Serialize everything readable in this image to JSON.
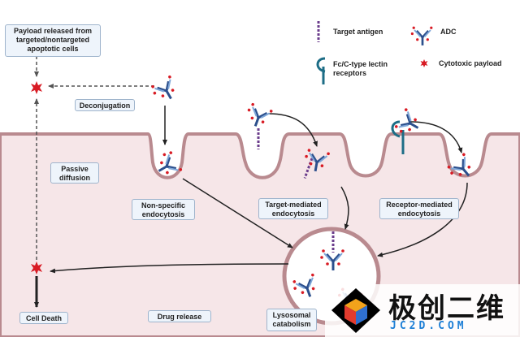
{
  "boxes": {
    "payload_released": "Payload released from targeted/nontargeted apoptotic cells",
    "deconjugation": "Deconjugation",
    "passive_diffusion": "Passive diffusion",
    "non_specific": "Non-specific endocytosis",
    "target_mediated": "Target-mediated endocytosis",
    "receptor_mediated": "Receptor-mediated endocytosis",
    "cell_death": "Cell Death",
    "drug_release": "Drug release",
    "lysosomal": "Lysosomal catabolism"
  },
  "legend": {
    "target_antigen": "Target antigen",
    "adc": "ADC",
    "fc_receptor": "Fc/C-type lectin receptors",
    "cytotoxic_payload": "Cytotoxic payload"
  },
  "watermark": {
    "title": "极创二维",
    "subtitle": "JC2D.COM"
  },
  "colors": {
    "cell_fill": "#f6e6e8",
    "membrane": "#b98a8f",
    "antibody": "#2c4f8c",
    "antibody_light": "#7ea6d8",
    "payload": "#d81b24",
    "antigen": "#6b3d8c",
    "receptor": "#1d6d86",
    "box_fill": "#eef4fb"
  }
}
